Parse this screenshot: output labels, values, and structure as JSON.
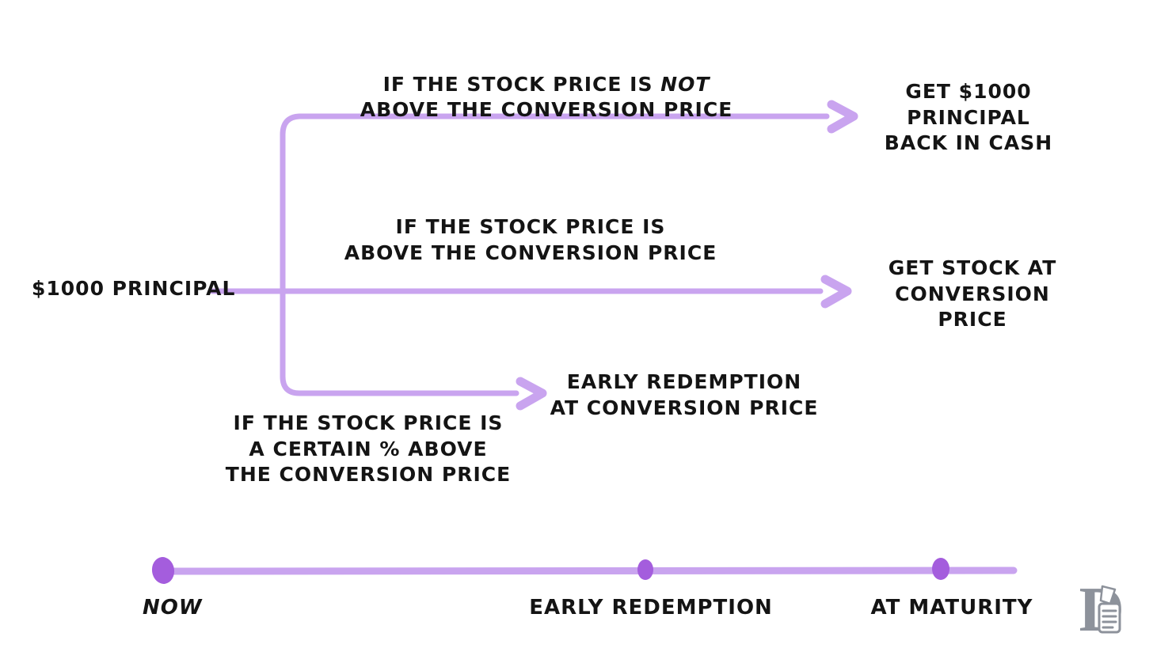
{
  "colors": {
    "line": "#c9a4ef",
    "dot": "#a45ddd",
    "text": "#141414",
    "logo": "#8d929b"
  },
  "source": {
    "label": "$1000 PRINCIPAL"
  },
  "branches": [
    {
      "condition_pre": "IF THE STOCK PRICE IS ",
      "condition_emphasis": "NOT",
      "condition_rest": "\nABOVE THE CONVERSION PRICE",
      "outcome": "GET $1000 PRINCIPAL\nBACK IN CASH"
    },
    {
      "condition": "IF THE STOCK PRICE IS\nABOVE THE CONVERSION PRICE",
      "outcome": "GET STOCK AT\nCONVERSION PRICE"
    },
    {
      "condition": "IF THE STOCK PRICE IS\nA CERTAIN % ABOVE\nTHE CONVERSION PRICE",
      "outcome": "EARLY REDEMPTION\nAT CONVERSION PRICE"
    }
  ],
  "timeline": {
    "points": [
      {
        "label": "NOW"
      },
      {
        "label": "EARLY REDEMPTION"
      },
      {
        "label": "AT MATURITY"
      }
    ]
  },
  "logo": {
    "icon": "d-scroll-logo-icon"
  }
}
